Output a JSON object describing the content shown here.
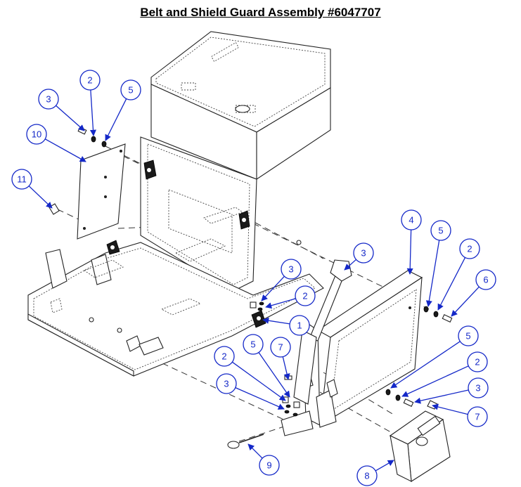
{
  "title": "Belt and Shield Guard Assembly #6047707",
  "callouts": [
    "2",
    "5",
    "3",
    "10",
    "11",
    "4",
    "5",
    "2",
    "6",
    "3",
    "3",
    "2",
    "1",
    "7",
    "5",
    "2",
    "3",
    "2",
    "5",
    "3",
    "7",
    "9",
    "8"
  ]
}
